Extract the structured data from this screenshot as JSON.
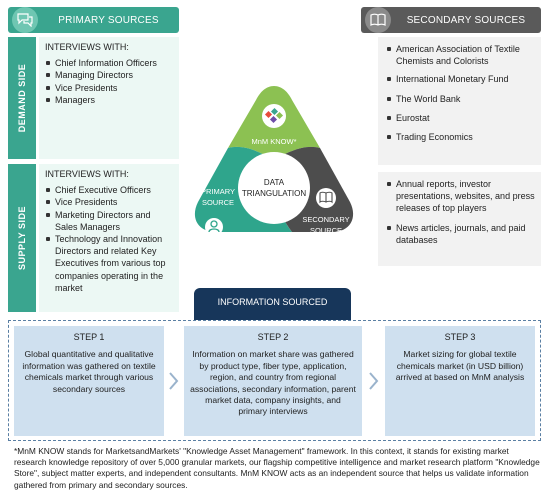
{
  "primary": {
    "header": "PRIMARY SOURCES",
    "demand": {
      "side_label": "DEMAND SIDE",
      "title": "INTERVIEWS WITH:",
      "items": [
        "Chief Information Officers",
        "Managing Directors",
        "Vice Presidents",
        "Managers"
      ]
    },
    "supply": {
      "side_label": "SUPPLY SIDE",
      "title": "INTERVIEWS WITH:",
      "items": [
        "Chief Executive Officers",
        "Vice Presidents",
        "Marketing Directors and Sales Managers",
        "Technology and Innovation Directors and related Key Executives from various top companies operating in the market"
      ]
    }
  },
  "secondary": {
    "header": "SECONDARY SOURCES",
    "list1": [
      "American Association of Textile Chemists and Colorists",
      "International Monetary Fund",
      "The World Bank",
      "Eurostat",
      "Trading Economics"
    ],
    "list2": [
      "Annual reports, investor presentations, websites, and press releases of top players",
      "News articles, journals, and paid databases"
    ]
  },
  "triangle": {
    "top_label": "MnM KNOW*",
    "left_label_1": "PRIMARY",
    "left_label_2": "SOURCE",
    "right_label_1": "SECONDARY",
    "right_label_2": "SOURCE",
    "center_label_1": "DATA",
    "center_label_2": "TRIANGULATION",
    "colors": {
      "top": "#8cc152",
      "left": "#2fa58c",
      "right": "#4d4d4d"
    }
  },
  "info_sourced": {
    "label": "INFORMATION SOURCED",
    "steps": [
      {
        "title": "STEP 1",
        "text": "Global quantitative and qualitative information was gathered on textile chemicals market through various secondary sources"
      },
      {
        "title": "STEP 2",
        "text": "Information on market share was gathered by product type, fiber type, application, region, and country from regional associations, secondary information, parent market data, company insights, and primary interviews"
      },
      {
        "title": "STEP 3",
        "text": "Market sizing for global textile chemicals market (in USD billion) arrived at based on MnM analysis"
      }
    ]
  },
  "footnote": "*MnM KNOW stands for MarketsandMarkets' \"Knowledge Asset Management\" framework. In this context, it stands for existing market research knowledge repository of over 5,000 granular markets, our flagship competitive intelligence and market research platform \"Knowledge Store\", subject matter experts, and independent consultants. MnM KNOW acts as an independent source that helps us validate information gathered from primary and secondary sources."
}
